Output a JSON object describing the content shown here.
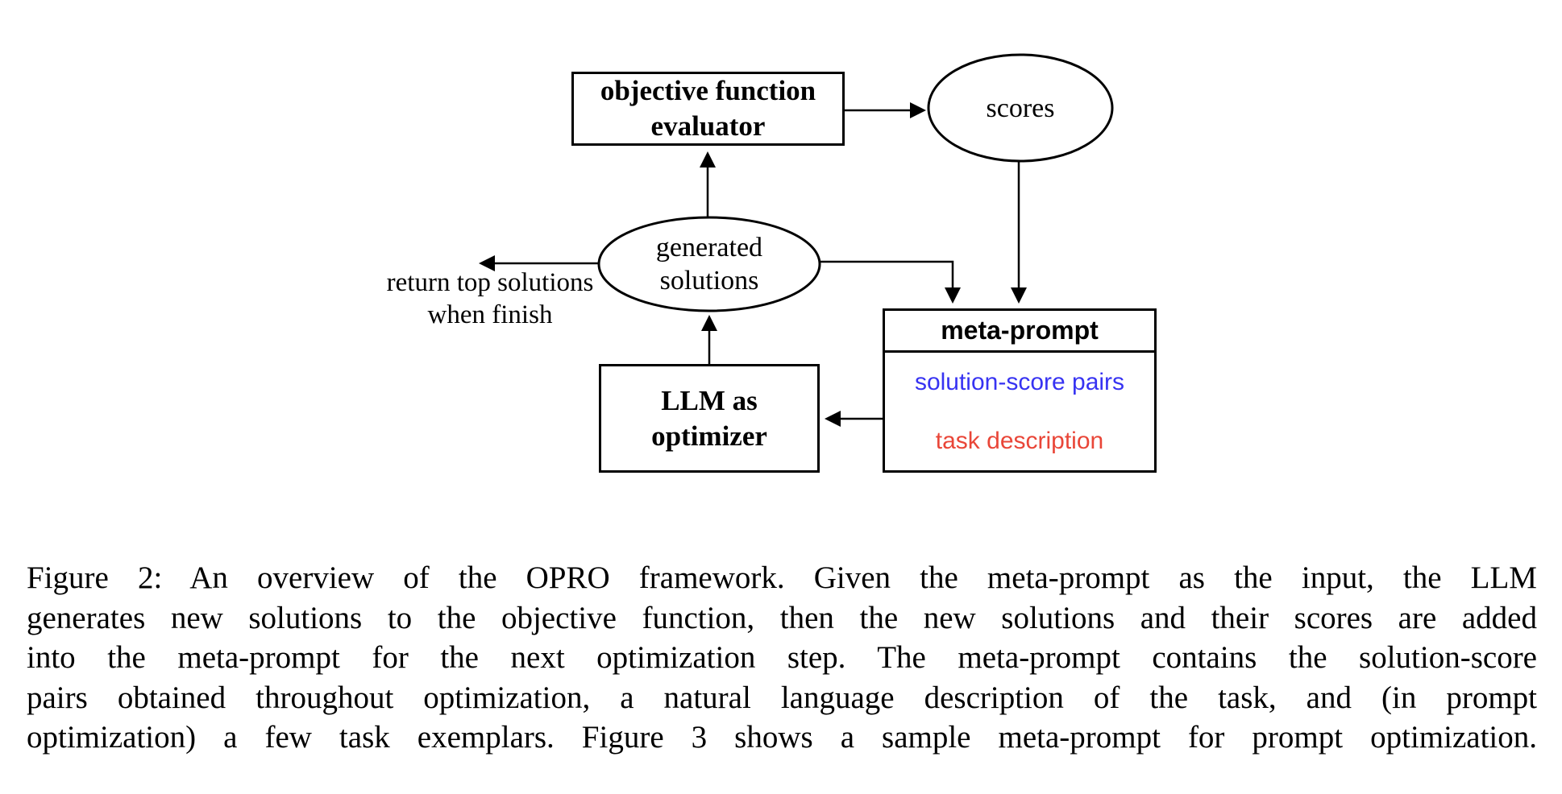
{
  "figure": {
    "evaluator": {
      "line1": "objective function",
      "line2": "evaluator"
    },
    "scores": {
      "label": "scores"
    },
    "generated_solutions": {
      "line1": "generated",
      "line2": "solutions"
    },
    "llm_optimizer": {
      "line1": "LLM as",
      "line2": "optimizer"
    },
    "meta_prompt": {
      "title": "meta-prompt",
      "item1": {
        "label": "solution-score pairs",
        "color": "#3733f2"
      },
      "item2": {
        "label": "task description",
        "color": "#e94638"
      }
    },
    "return_note": {
      "line1": "return top solutions",
      "line2": "when finish"
    },
    "colors": {
      "line": "#000000",
      "background": "#ffffff"
    }
  },
  "caption": {
    "lines": [
      "Figure 2: An overview of the OPRO framework. Given the meta-prompt as the input, the LLM",
      "generates new solutions to the objective function, then the new solutions and their scores are added",
      "into the meta-prompt for the next optimization step. The meta-prompt contains the solution-score",
      "pairs obtained throughout optimization, a natural language description of the task, and (in prompt",
      "optimization) a few task exemplars. Figure 3 shows a sample meta-prompt for prompt optimization."
    ]
  }
}
